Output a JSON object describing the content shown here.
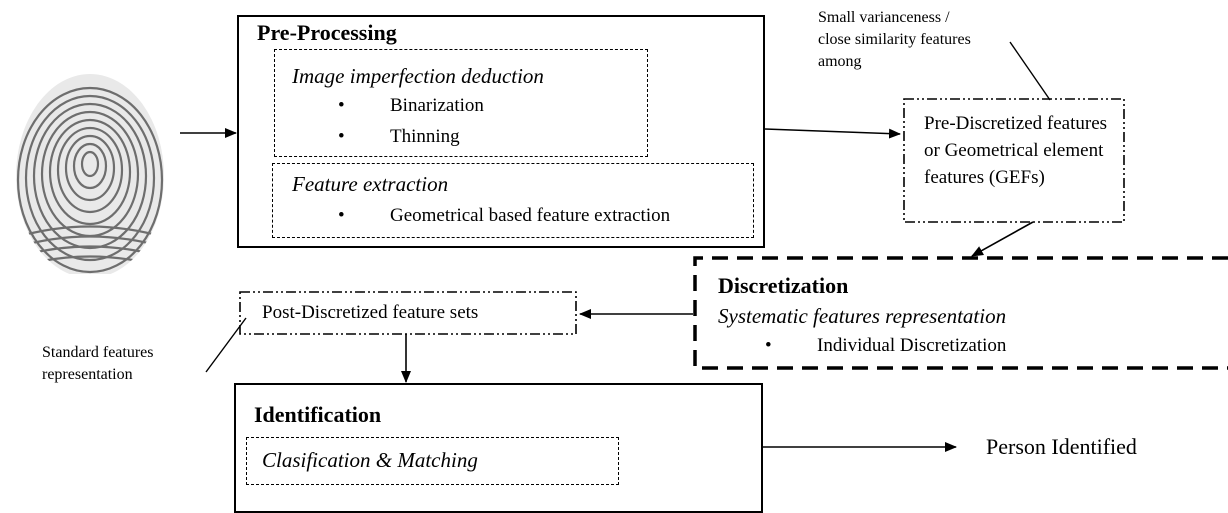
{
  "preprocessing": {
    "title": "Pre-Processing",
    "imperfection": {
      "heading": "Image imperfection deduction",
      "bullets": [
        "Binarization",
        "Thinning"
      ]
    },
    "extraction": {
      "heading": "Feature extraction",
      "bullets": [
        "Geometrical based feature extraction"
      ]
    }
  },
  "pre_discretized": {
    "label": "Pre-Discretized features or Geometrical element features (GEFs)"
  },
  "annotation_top": {
    "text": "Small varianceness / close similarity features among"
  },
  "discretization": {
    "title": "Discretization",
    "subtitle": "Systematic features representation",
    "bullets": [
      "Individual Discretization"
    ]
  },
  "post_discretized": {
    "label": "Post-Discretized feature sets"
  },
  "annotation_left": {
    "text": "Standard features representation"
  },
  "identification": {
    "title": "Identification",
    "sub": "Clasification & Matching"
  },
  "output": {
    "label": "Person Identified"
  },
  "bullet_glyph": "•"
}
